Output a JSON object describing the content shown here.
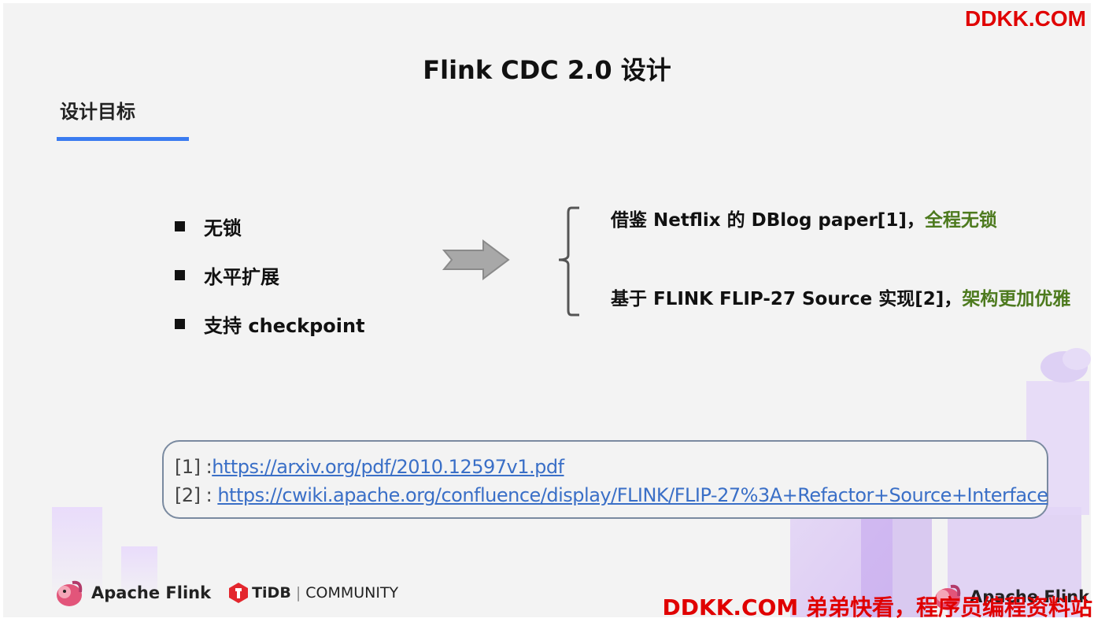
{
  "watermark": {
    "top": "DDKK.COM",
    "bottom": "DDKK.COM 弟弟快看，程序员编程资料站"
  },
  "slide": {
    "title": "Flink CDC 2.0 设计",
    "section": "设计目标",
    "bullets": [
      "无锁",
      "水平扩展",
      "支持 checkpoint"
    ],
    "right_lines": [
      {
        "text": "借鉴 Netflix 的 DBlog  paper[1]，",
        "highlight": "全程无锁"
      },
      {
        "text": "基于 FLINK FLIP-27 Source 实现[2]，",
        "highlight": "架构更加优雅"
      }
    ],
    "references": [
      {
        "prefix": "[1] :",
        "link": "https://arxiv.org/pdf/2010.12597v1.pdf"
      },
      {
        "prefix": "[2] : ",
        "link": "https://cwiki.apache.org/confluence/display/FLINK/FLIP-27%3A+Refactor+Source+Interface"
      }
    ]
  },
  "footer": {
    "apache_flink": "Apache Flink",
    "tidb": "TiDB",
    "community": "COMMUNITY",
    "separator": "|",
    "bottom_right_logo": "Apache Flink"
  },
  "colors": {
    "accent_bar": "#3a7bf0",
    "highlight_green": "#4d7a1e",
    "watermark_red": "#e00000",
    "link_blue": "#3a6fc7"
  }
}
